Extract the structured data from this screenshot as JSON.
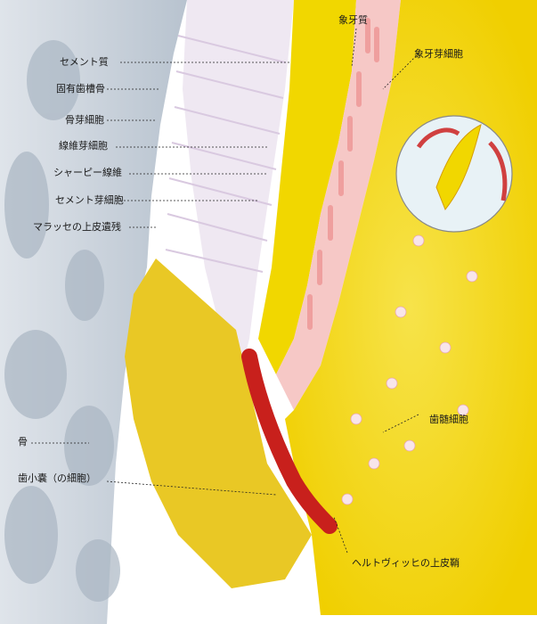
{
  "labels": {
    "cementum": "セメント質",
    "alveolar_bone_proper": "固有歯槽骨",
    "osteoblast": "骨芽細胞",
    "fibroblast": "線維芽細胞",
    "sharpey_fiber": "シャーピー線維",
    "cementoblast": "セメント芽細胞",
    "malassez_rests": "マラッセの上皮遺残",
    "bone": "骨",
    "dental_follicle": "歯小嚢（の細胞）",
    "dentin": "象牙質",
    "odontoblast": "象牙芽細胞",
    "pulp_cell": "歯髄細胞",
    "hertwig_sheath": "ヘルトヴィッヒの上皮鞘"
  },
  "colors": {
    "pulp_yellow": "#f4d800",
    "follicle_yellow": "#e8c21a",
    "bone_gray": "#c9d0d8",
    "sheath_red": "#c8201c",
    "odontoblast_pink": "#f5c6c8",
    "dentin_yellow": "#f0d400",
    "osteocyte_orange": "#e07a20"
  }
}
